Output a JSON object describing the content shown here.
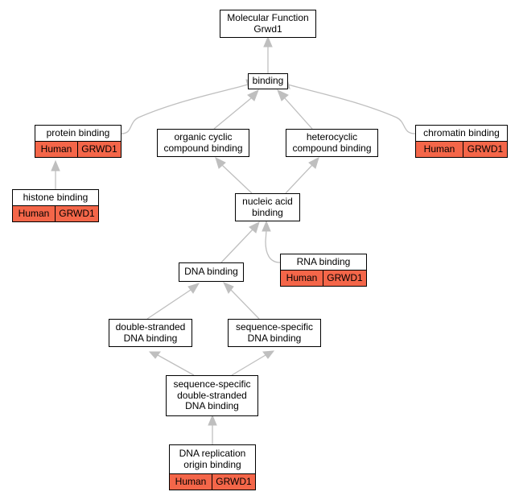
{
  "colors": {
    "edge": "#bfbfbf",
    "annotation": "#f46649",
    "border": "#000000"
  },
  "nodes": [
    {
      "id": "molecular-function",
      "lines": [
        "Molecular Function",
        "Grwd1"
      ]
    },
    {
      "id": "binding",
      "lines": [
        "binding"
      ]
    },
    {
      "id": "protein-binding",
      "lines": [
        "protein binding"
      ],
      "annotation": [
        "Human",
        "GRWD1"
      ]
    },
    {
      "id": "organic-cyclic",
      "lines": [
        "organic cyclic",
        "compound binding"
      ]
    },
    {
      "id": "heterocyclic",
      "lines": [
        "heterocyclic",
        "compound binding"
      ]
    },
    {
      "id": "chromatin-binding",
      "lines": [
        "chromatin binding"
      ],
      "annotation": [
        "Human",
        "GRWD1"
      ]
    },
    {
      "id": "histone-binding",
      "lines": [
        "histone binding"
      ],
      "annotation": [
        "Human",
        "GRWD1"
      ]
    },
    {
      "id": "nucleic-acid",
      "lines": [
        "nucleic acid",
        "binding"
      ]
    },
    {
      "id": "rna-binding",
      "lines": [
        "RNA binding"
      ],
      "annotation": [
        "Human",
        "GRWD1"
      ]
    },
    {
      "id": "dna-binding",
      "lines": [
        "DNA binding"
      ]
    },
    {
      "id": "double-stranded",
      "lines": [
        "double-stranded",
        "DNA binding"
      ]
    },
    {
      "id": "sequence-specific",
      "lines": [
        "sequence-specific",
        "DNA binding"
      ]
    },
    {
      "id": "ss-double-stranded",
      "lines": [
        "sequence-specific",
        "double-stranded",
        "DNA binding"
      ]
    },
    {
      "id": "dna-replication-origin",
      "lines": [
        "DNA replication",
        "origin binding"
      ],
      "annotation": [
        "Human",
        "GRWD1"
      ]
    }
  ],
  "edges": [
    {
      "from": "binding",
      "to": "molecular-function"
    },
    {
      "from": "protein-binding",
      "to": "binding"
    },
    {
      "from": "organic-cyclic",
      "to": "binding"
    },
    {
      "from": "heterocyclic",
      "to": "binding"
    },
    {
      "from": "chromatin-binding",
      "to": "binding"
    },
    {
      "from": "histone-binding",
      "to": "protein-binding"
    },
    {
      "from": "nucleic-acid",
      "to": "organic-cyclic"
    },
    {
      "from": "nucleic-acid",
      "to": "heterocyclic"
    },
    {
      "from": "rna-binding",
      "to": "nucleic-acid"
    },
    {
      "from": "dna-binding",
      "to": "nucleic-acid"
    },
    {
      "from": "double-stranded",
      "to": "dna-binding"
    },
    {
      "from": "sequence-specific",
      "to": "dna-binding"
    },
    {
      "from": "ss-double-stranded",
      "to": "double-stranded"
    },
    {
      "from": "ss-double-stranded",
      "to": "sequence-specific"
    },
    {
      "from": "dna-replication-origin",
      "to": "ss-double-stranded"
    }
  ]
}
